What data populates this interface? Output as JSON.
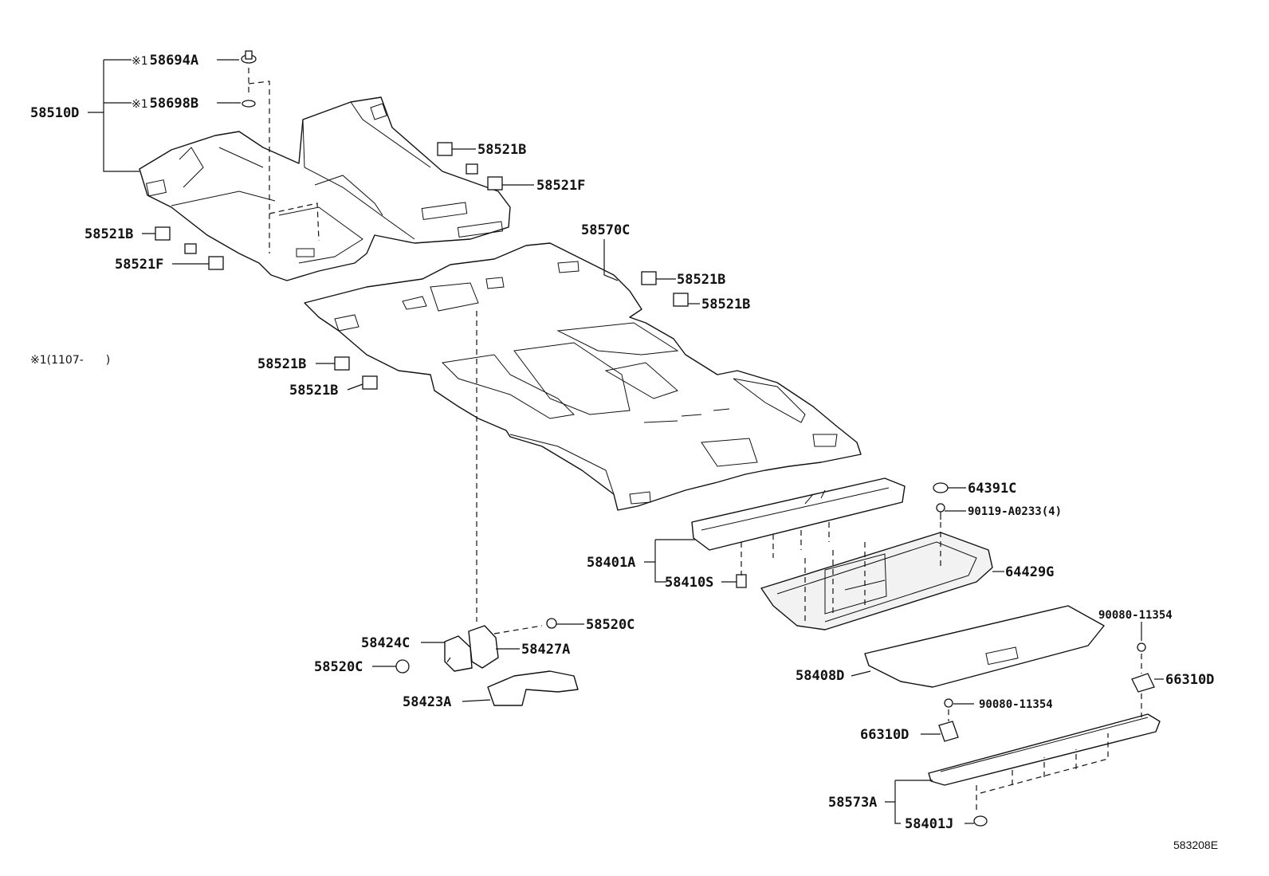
{
  "diagram_code": "583208E",
  "footnote": {
    "marker": "※1",
    "text": "(1107-　　)"
  },
  "callouts": {
    "c58694A": {
      "marker": "※1",
      "part": "58694A"
    },
    "c58698B": {
      "marker": "※1",
      "part": "58698B"
    },
    "c58510D": {
      "part": "58510D"
    },
    "c58521B_a": {
      "part": "58521B"
    },
    "c58521F_a": {
      "part": "58521F"
    },
    "c58521B_b": {
      "part": "58521B"
    },
    "c58521F_b": {
      "part": "58521F"
    },
    "c58570C": {
      "part": "58570C"
    },
    "c58521B_c": {
      "part": "58521B"
    },
    "c58521B_d": {
      "part": "58521B"
    },
    "c58521B_e": {
      "part": "58521B"
    },
    "c58521B_f": {
      "part": "58521B"
    },
    "c64391C": {
      "part": "64391C"
    },
    "c90119": {
      "part": "90119-A0233(4)"
    },
    "c58401A": {
      "part": "58401A"
    },
    "c58410S": {
      "part": "58410S"
    },
    "c64429G": {
      "part": "64429G"
    },
    "c58520C_a": {
      "part": "58520C"
    },
    "c58424C": {
      "part": "58424C"
    },
    "c58427A": {
      "part": "58427A"
    },
    "c58520C_b": {
      "part": "58520C"
    },
    "c58423A": {
      "part": "58423A"
    },
    "c90080_a": {
      "part": "90080-11354"
    },
    "c58408D": {
      "part": "58408D"
    },
    "c66310D_a": {
      "part": "66310D"
    },
    "c90080_b": {
      "part": "90080-11354"
    },
    "c66310D_b": {
      "part": "66310D"
    },
    "c58573A": {
      "part": "58573A"
    },
    "c58401J": {
      "part": "58401J"
    }
  }
}
